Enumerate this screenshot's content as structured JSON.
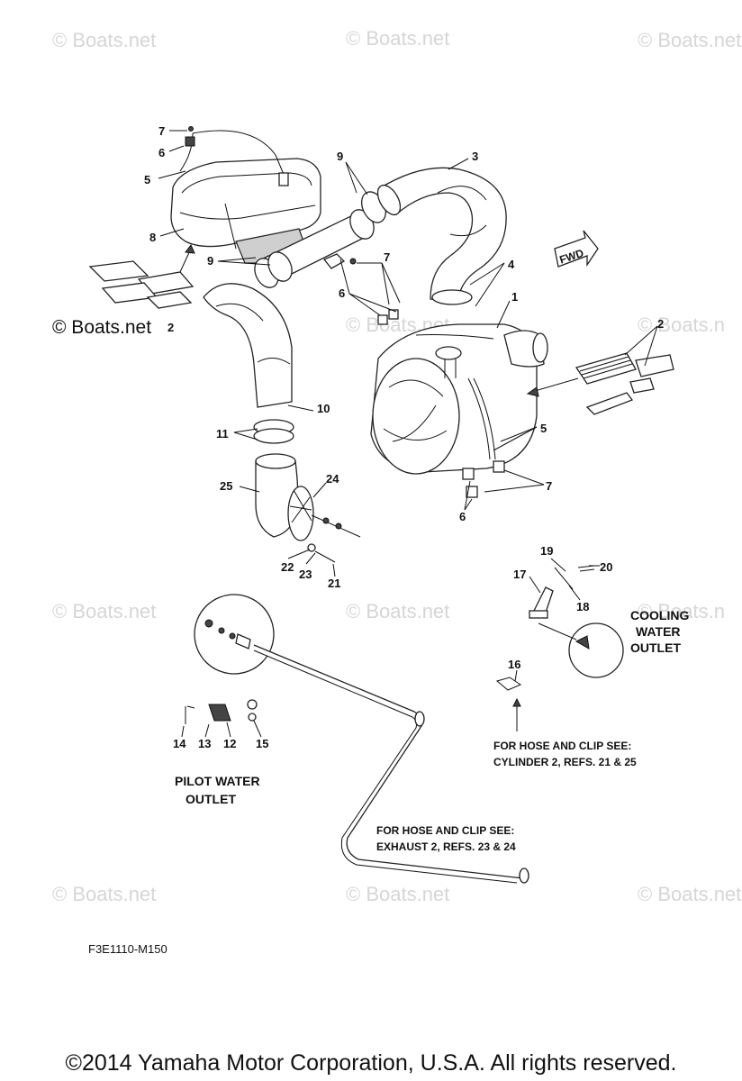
{
  "watermarks": [
    "© Boats.net",
    "© Boats.net",
    "© Boats.net",
    "© Boats.net",
    "© Boats.n",
    "© Boats.net",
    "© Boats.net",
    "© Boats.n",
    "© Boats.net",
    "© Boats.net",
    "© Boats.net"
  ],
  "watermark_dark": "© Boats.net",
  "callouts": {
    "c1": "1",
    "c2a": "2",
    "c2b": "2",
    "c3": "3",
    "c4": "4",
    "c5a": "5",
    "c5b": "5",
    "c6a": "6",
    "c6b": "6",
    "c6c": "6",
    "c7a": "7",
    "c7b": "7",
    "c7c": "7",
    "c8": "8",
    "c9a": "9",
    "c9b": "9",
    "c10": "10",
    "c11": "11",
    "c12": "12",
    "c13": "13",
    "c14": "14",
    "c15": "15",
    "c16": "16",
    "c17": "17",
    "c18": "18",
    "c19": "19",
    "c20": "20",
    "c21": "21",
    "c22": "22",
    "c23": "23",
    "c24": "24",
    "c25": "25"
  },
  "fwd_label": "FWD",
  "cooling_outlet": [
    "COOLING",
    "WATER",
    "OUTLET"
  ],
  "pilot_outlet": [
    "PILOT WATER",
    "OUTLET"
  ],
  "note_cylinder": [
    "FOR HOSE AND CLIP SEE:",
    "CYLINDER 2, REFS. 21 & 25"
  ],
  "note_exhaust": [
    "FOR HOSE AND CLIP SEE:",
    "EXHAUST 2, REFS. 23 & 24"
  ],
  "diagram_code": "F3E1110-M150",
  "copyright": "©2014 Yamaha Motor Corporation, U.S.A. All rights reserved."
}
